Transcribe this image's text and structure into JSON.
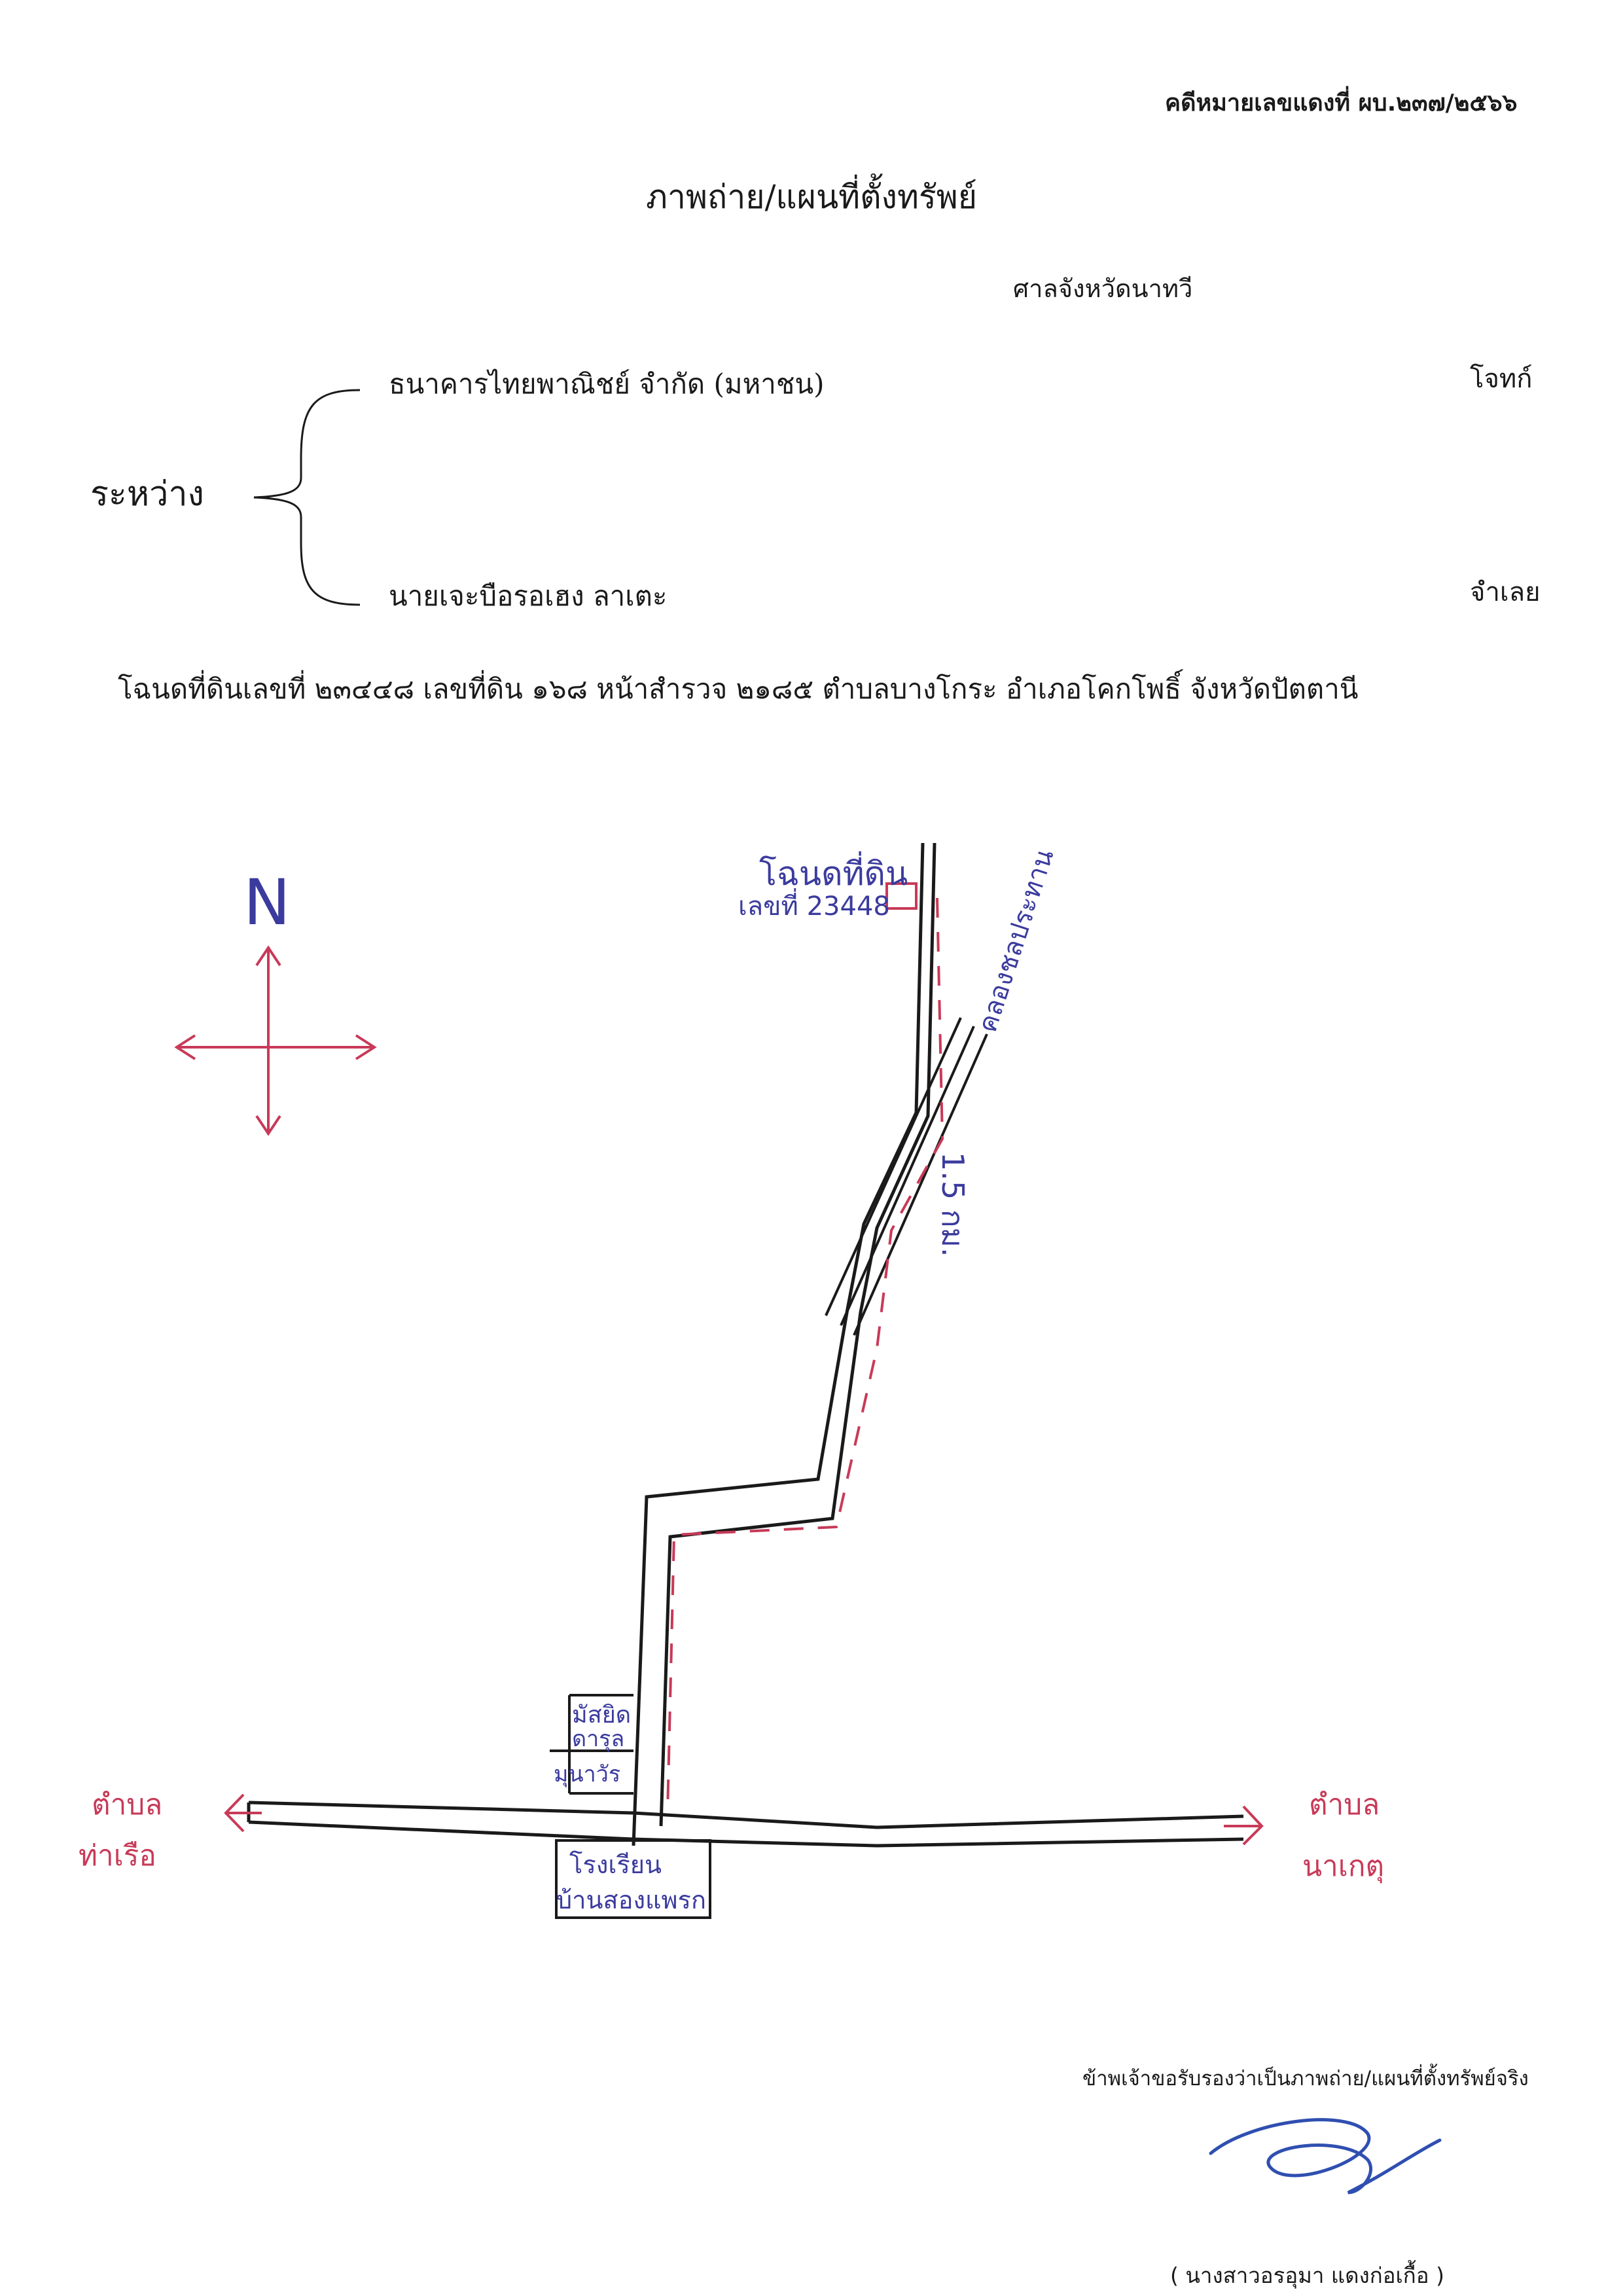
{
  "header": {
    "case_number": "คดีหมายเลขแดงที่ ผบ.๒๓๗/๒๕๖๖",
    "title": "ภาพถ่าย/แผนที่ตั้งทรัพย์",
    "court": "ศาลจังหวัดนาทวี"
  },
  "parties": {
    "between_label": "ระหว่าง",
    "plaintiff_name": "ธนาคารไทยพาณิชย์ จำกัด (มหาชน)",
    "plaintiff_role": "โจทก์",
    "defendant_name": "นายเจะบือรอเฮง ลาเตะ",
    "defendant_role": "จำเลย"
  },
  "property": {
    "deed_line": "โฉนดที่ดินเลขที่ ๒๓๔๔๘ เลขที่ดิน ๑๖๘ หน้าสำรวจ ๒๑๘๕ ตำบลบางโกระ อำเภอโคกโพธิ์ จังหวัดปัตตานี"
  },
  "map": {
    "north_label": "N",
    "deed_label_line1": "โฉนดที่ดิน",
    "deed_label_line2": "เลขที่ 23448",
    "canal_label": "คลองชลประทาน",
    "distance_label": "1.5 กม.",
    "mosque_label": "มัสยิด",
    "mosque_label_line2": "ดารุล",
    "mosque_label_line3": "มุนาวัร",
    "school_label_line1": "โรงเรียน",
    "school_label_line2": "บ้านสองแพรก",
    "left_dest_line1": "ตำบล",
    "left_dest_line2": "ท่าเรือ",
    "right_dest_line1": "ตำบล",
    "right_dest_line2": "นาเกตุ",
    "colors": {
      "ink": "#1a1a1a",
      "blue_ink": "#3b3b9e",
      "red_ink": "#c83a58"
    }
  },
  "footer": {
    "certify_text": "ข้าพเจ้าขอรับรองว่าเป็นภาพถ่าย/แผนที่ตั้งทรัพย์จริง",
    "signer_name": "( นางสาวอรอุมา แดงก่อเกื้อ )"
  }
}
